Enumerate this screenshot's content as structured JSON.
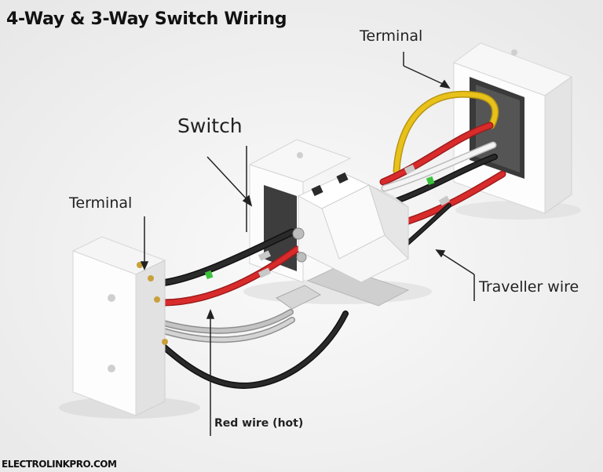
{
  "title": "4-Way & 3-Way Switch Wiring",
  "labels": {
    "terminal_top": "Terminal",
    "switch": "Switch",
    "terminal_left": "Terminal",
    "traveller_wire": "Traveller wire",
    "red_wire": "Red wire (hot)"
  },
  "watermark": "ELECTROLINKPRO.COM",
  "colors": {
    "background": "#f3f3f3",
    "box": "#ffffff",
    "wire_red": "#d92b2b",
    "wire_black": "#1e1e1e",
    "wire_yellow": "#e8c21a",
    "wire_white": "#f4f4f4",
    "wire_grey": "#b9b9b9",
    "band_green": "#3cc23c",
    "terminal_brass": "#c9a13a"
  }
}
